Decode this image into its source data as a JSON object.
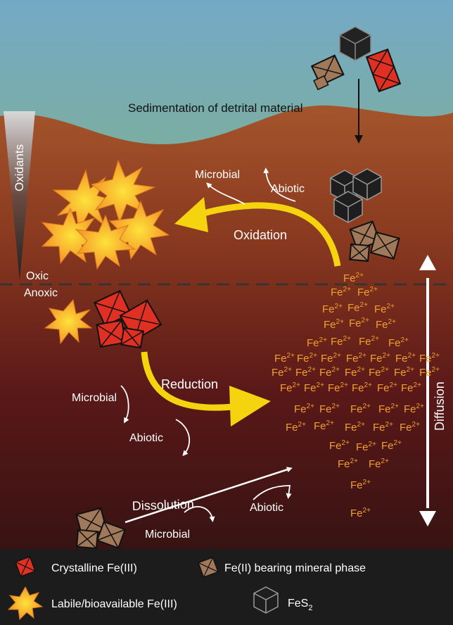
{
  "labels": {
    "sedimentation": "Sedimentation of detrital material",
    "oxidants": "Oxidants",
    "oxic": "Oxic",
    "anoxic": "Anoxic",
    "microbial_top": "Microbial",
    "abiotic_top": "Abiotic",
    "oxidation": "Oxidation",
    "reduction": "Reduction",
    "microbial_mid": "Microbial",
    "abiotic_mid": "Abiotic",
    "dissolution": "Dissolution",
    "abiotic_bottom": "Abiotic",
    "microbial_bottom": "Microbial",
    "diffusion": "Diffusion"
  },
  "ion": "Fe2+",
  "ion_base": "Fe",
  "ion_charge": "2+",
  "legend": {
    "crystalline": "Crystalline Fe(III)",
    "fe2_mineral": "Fe(II) bearing mineral phase",
    "labile": "Labile/bioavailable Fe(III)",
    "fes2_base": "FeS",
    "fes2_sub": "2"
  },
  "colors": {
    "water_top": "#6fa8c0",
    "water_bottom": "#7aae93",
    "sediment_top": "#a8552a",
    "sediment_bottom": "#2a1010",
    "arrow_yellow": "#f5d40f",
    "ion_text": "#f0a030",
    "crystalline_red": "#e03024",
    "fe2_brown": "#a0785a",
    "fes2_dark": "#1e1e1e"
  }
}
